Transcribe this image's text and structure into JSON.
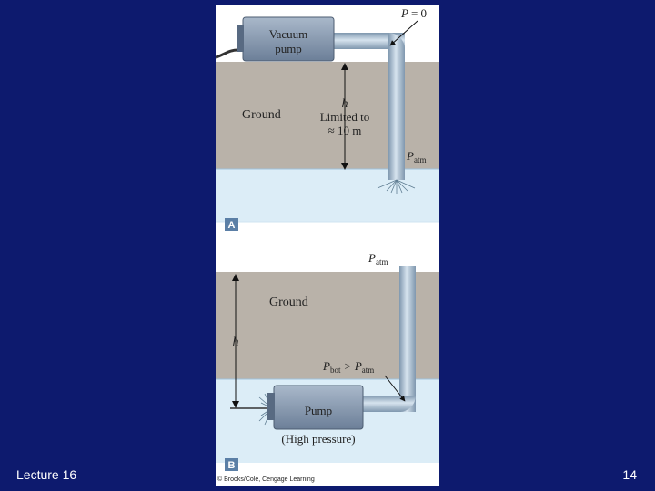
{
  "slide": {
    "footer_left": "Lecture 16",
    "page_number": "14"
  },
  "figure": {
    "panel_a": {
      "letter": "A",
      "pump_label_line1": "Vacuum",
      "pump_label_line2": "pump",
      "pressure_top_P": "P",
      "pressure_top_eq": "= 0",
      "ground_label": "Ground",
      "height_symbol": "h",
      "limit_line1": "Limited to",
      "limit_line2": "≈ 10 m",
      "p_atm_P": "P",
      "p_atm_sub": "atm"
    },
    "panel_b": {
      "letter": "B",
      "p_atm_P": "P",
      "p_atm_sub": "atm",
      "ground_label": "Ground",
      "height_symbol": "h",
      "p_bot_P": "P",
      "p_bot_sub": "bot",
      "gt": ">",
      "p_bot_rhs_P": "P",
      "p_bot_rhs_sub": "atm",
      "pump_label": "Pump",
      "pump_sublabel": "(High pressure)"
    },
    "credit": "© Brooks/Cole, Cengage Learning",
    "colors": {
      "ground": "#b9b2a9",
      "water": "#dcedf7",
      "pump_body": "#7c8ea6",
      "pipe": "#a9bfd3",
      "badge": "#5b7fa6"
    }
  }
}
